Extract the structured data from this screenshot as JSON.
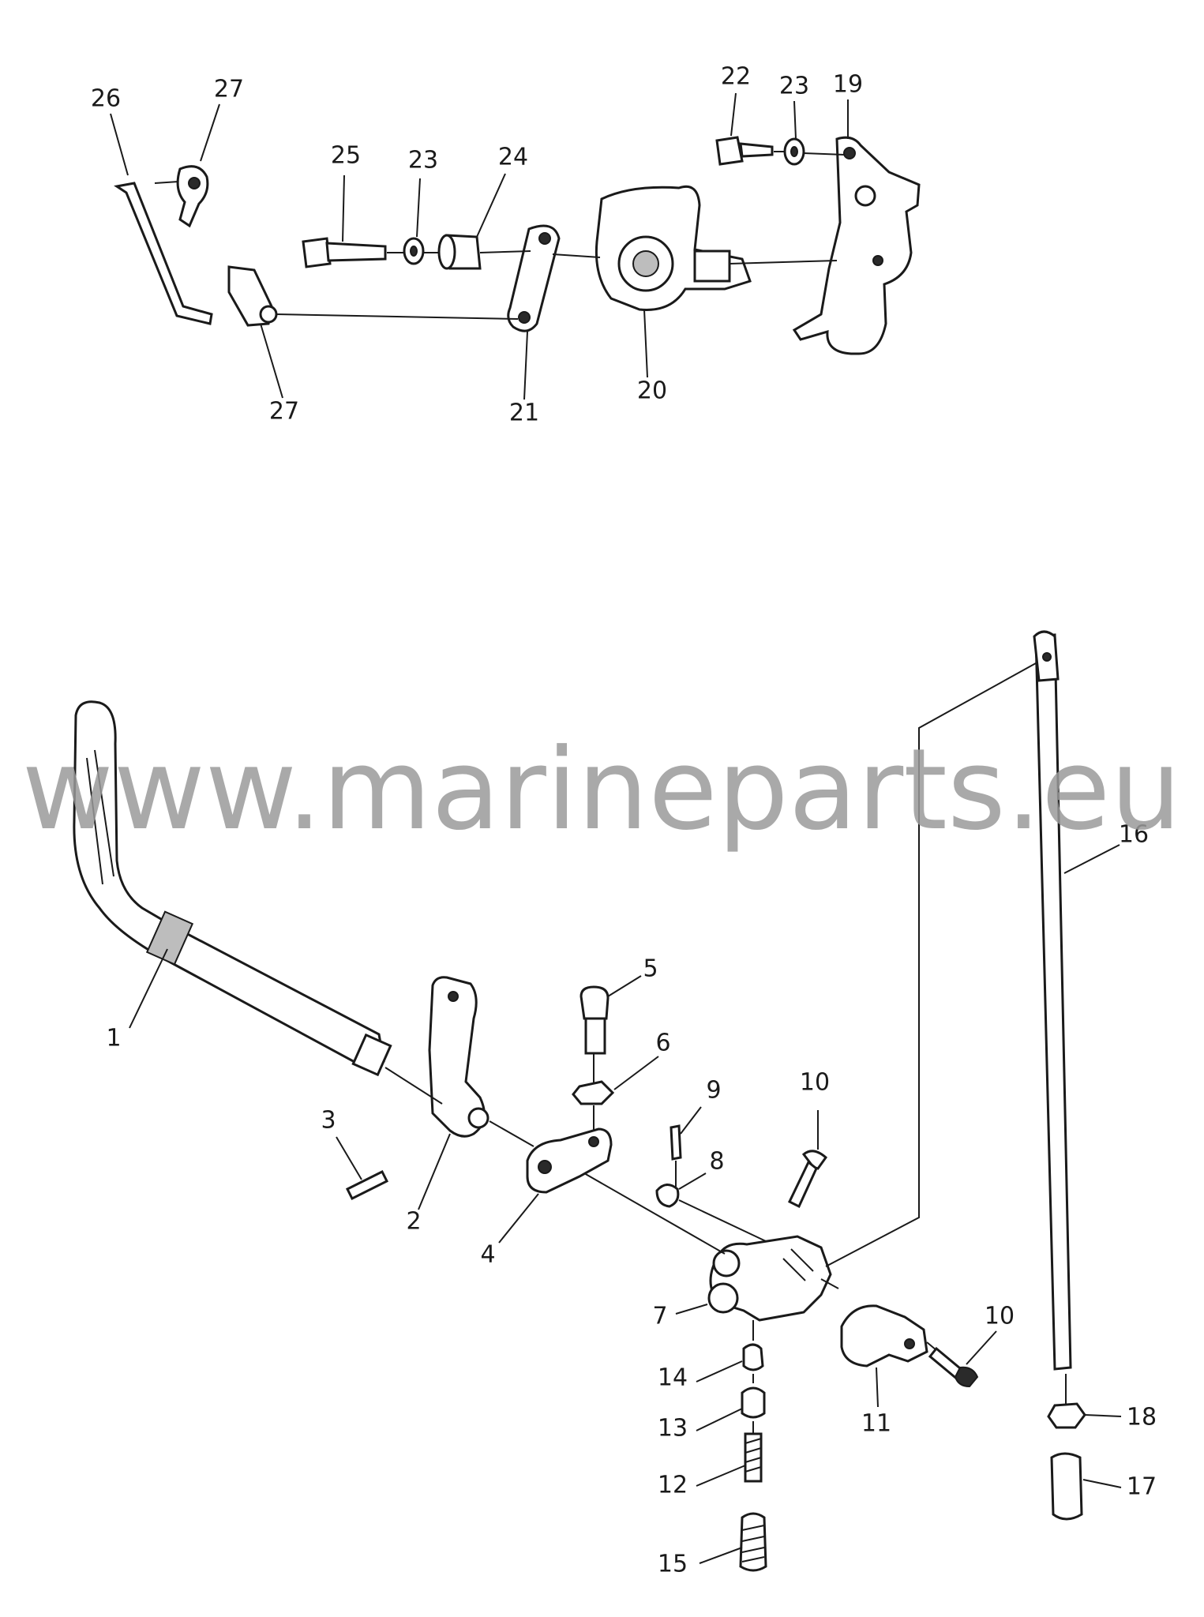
{
  "watermark": "www.marineparts.eu",
  "callouts": {
    "c1": "1",
    "c2": "2",
    "c3": "3",
    "c4": "4",
    "c5": "5",
    "c6": "6",
    "c7": "7",
    "c8": "8",
    "c9": "9",
    "c10a": "10",
    "c10b": "10",
    "c11": "11",
    "c12": "12",
    "c13": "13",
    "c14": "14",
    "c15": "15",
    "c16": "16",
    "c17": "17",
    "c18": "18",
    "c19": "19",
    "c20": "20",
    "c21": "21",
    "c22": "22",
    "c23a": "23",
    "c23b": "23",
    "c24": "24",
    "c25": "25",
    "c26": "26",
    "c27a": "27",
    "c27b": "27"
  }
}
